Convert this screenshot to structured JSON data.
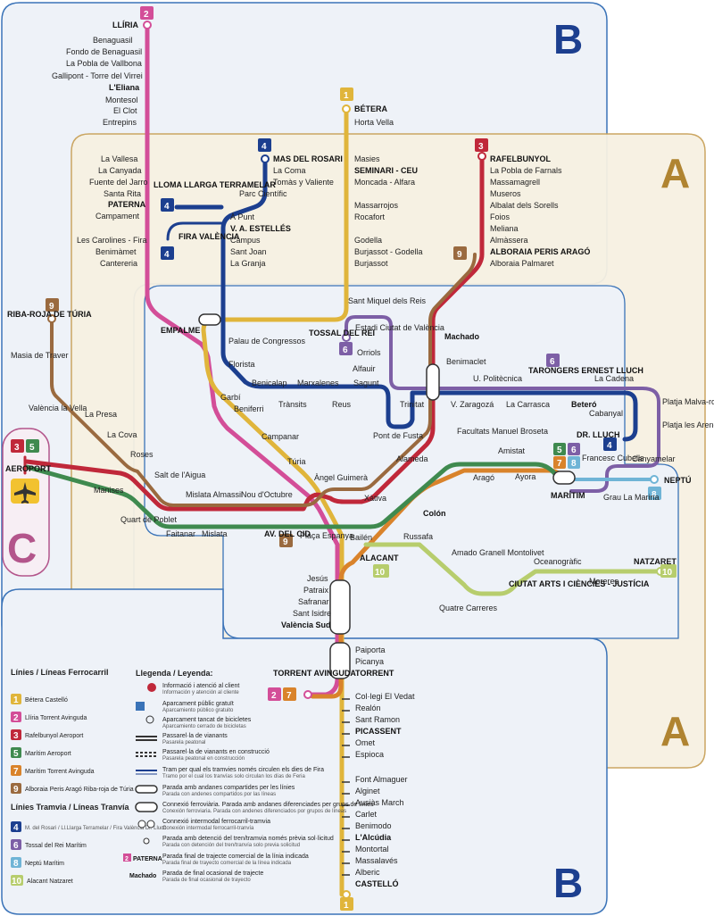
{
  "zones": {
    "A": "A",
    "B": "B",
    "C": "C"
  },
  "colors": {
    "l1": "#e0b53b",
    "l2": "#d34e98",
    "l3": "#c0283a",
    "l4": "#1c3f8f",
    "l5": "#3f8a4f",
    "l6": "#7d5fa6",
    "l7": "#d9832b",
    "l8": "#6fb4d6",
    "l9": "#9a6a3f",
    "l10": "#b7cd6d",
    "zoneA": "#f6efdf",
    "zoneB": "#eef2f7",
    "border": "#3a73b8",
    "borderA": "#c9a25a",
    "zoneC": "#b3558b"
  },
  "line_badges": {
    "l1": "1",
    "l2": "2",
    "l3": "3",
    "l4": "4",
    "l5": "5",
    "l6": "6",
    "l7": "7",
    "l8": "8",
    "l9": "9",
    "l10": "10"
  },
  "stations": {
    "lliria": "LLÍRIA",
    "benaguasil": "Benaguasil",
    "fondo": "Fondo de Benaguasil",
    "pobla_vallbona": "La Pobla de Vallbona",
    "gallipont": "Gallipont - Torre del Virrei",
    "eliana": "L'Eliana",
    "montesol": "Montesol",
    "clot": "El Clot",
    "entrepins": "Entrepins",
    "vallesa": "La Vallesa",
    "canyada": "La Canyada",
    "fuente_jarro": "Fuente del Jarro",
    "santa_rita": "Santa Rita",
    "paterna": "PATERNA",
    "campament": "Campament",
    "carolines": "Les Carolines - Fira",
    "benimamet": "Benimàmet",
    "cantereria": "Cantereria",
    "betera": "BÉTERA",
    "horta_vella": "Horta Vella",
    "masies": "Masies",
    "seminari": "SEMINARI - CEU",
    "moncada": "Moncada - Alfara",
    "massarrojos": "Massarrojos",
    "rocafort": "Rocafort",
    "godella": "Godella",
    "burjassot_godella": "Burjassot - Godella",
    "burjassot": "Burjassot",
    "mas_rosari": "MAS DEL ROSARI",
    "la_coma": "La Coma",
    "tomas": "Tomàs y Valiente",
    "lloma_llarga": "LLOMA LLARGA TERRAMELAR",
    "parc_cientific": "Parc Científic",
    "a_punt": "À Punt",
    "va_estelles": "V. A. ESTELLÉS",
    "fira_valencia": "FIRA VALÈNCIA",
    "campus": "Campus",
    "sant_joan": "Sant Joan",
    "la_granja": "La Granja",
    "rafelbunyol": "RAFELBUNYOL",
    "pobla_farnals": "La Pobla de Farnals",
    "massamagrell": "Massamagrell",
    "museros": "Museros",
    "albalat": "Albalat dels Sorells",
    "foios": "Foios",
    "meliana": "Meliana",
    "almassera": "Almàssera",
    "alboraia_peris": "ALBORAIA PERIS ARAGÓ",
    "alboraia_palmaret": "Alboraia Palmaret",
    "machado": "Machado",
    "riba_roja": "RIBA-ROJA DE TÚRIA",
    "masia_traver": "Masia de Traver",
    "valencia_vella": "València la Vella",
    "la_presa": "La Presa",
    "la_cova": "La Cova",
    "roses": "Roses",
    "manises": "Manises",
    "salt_aigua": "Salt de l'Aigua",
    "quart_poblet": "Quart de Poblet",
    "faitanar": "Faitanar",
    "mislata_almassil": "Mislata Almassil",
    "mislata": "Mislata",
    "nou_octubre": "Nou d'Octubre",
    "av_cid": "AV. DEL CID",
    "empalme": "EMPALME",
    "palau_congressos": "Palau de Congressos",
    "florista": "Florista",
    "garbi": "Garbí",
    "benicalap": "Benicalap",
    "transits": "Trànsits",
    "marxalenes": "Marxalenes",
    "reus": "Reus",
    "sagunt": "Sagunt",
    "pont_fusta": "Pont de Fusta",
    "trinitat": "Trinitat",
    "beniferri": "Beniferri",
    "campanar": "Campanar",
    "turia": "Túria",
    "angel_guimera": "Àngel Guimerà",
    "placa_espanya": "Plaça Espanya",
    "xativa": "Xàtiva",
    "colon": "Colón",
    "alameda": "Alameda",
    "facultats": "Facultats Manuel Broseta",
    "benimaclet": "Benimaclet",
    "tossal_rei": "TOSSAL DEL REI",
    "sant_miquel": "Sant Miquel dels Reis",
    "estadi": "Estadi Ciutat de València",
    "orriols": "Orriols",
    "alfauir": "Alfauir",
    "u_politecnica": "U. Politècnica",
    "v_zaragoza": "V. Zaragozá",
    "tarongers": "TARONGERS ERNEST LLUCH",
    "la_carrasca": "La Carrasca",
    "la_cadena": "La Cadena",
    "beteró": "Beteró",
    "cabanyal": "Cabanyal",
    "platja_malva": "Platja Malva-rosa",
    "platja_arenes": "Platja les Arenes",
    "dr_lluch": "DR. LLUCH",
    "canyamelar": "Canyamelar",
    "frances_cubells": "Francesc Cubells",
    "amistat": "Amistat",
    "arago": "Aragó",
    "ayora": "Ayora",
    "maritim": "MARÍTIM",
    "grau_marina": "Grau La Marina",
    "neptu": "NEPTÚ",
    "aeroport": "AEROPORT",
    "russafa": "Russafa",
    "balan": "Bailén",
    "alacant": "ALACANT",
    "amado_granell": "Amado Granell Montolivet",
    "quatre_carreres": "Quatre Carreres",
    "oceanografic": "Oceanogràfic",
    "ciutat_arts": "CIUTAT ARTS I CIÈNCIES - JUSTÍCIA",
    "moreres": "Moreres",
    "natzaret": "NATZARET",
    "jesus": "Jesús",
    "patraix": "Patraix",
    "safranar": "Safranar",
    "sant_isidre": "Sant Isidre",
    "valencia_sud": "València Sud",
    "torrent_avinguda": "TORRENT AVINGUDA",
    "paiporta": "Paiporta",
    "picanya": "Picanya",
    "torrent": "TORRENT",
    "col_vedat": "Col·legi El Vedat",
    "realon": "Realón",
    "sant_ramon": "Sant Ramon",
    "picassent": "PICASSENT",
    "omet": "Omet",
    "espioca": "Espioca",
    "font_almaguer": "Font Almaguer",
    "alginet": "Alginet",
    "ausias_march": "Ausiàs March",
    "carlet": "Carlet",
    "benimodo": "Benimodo",
    "alcudia": "L'Alcúdia",
    "montortal": "Montortal",
    "massalaves": "Massalavés",
    "alberic": "Alberic",
    "castello": "CASTELLÓ"
  },
  "legend_lines": {
    "title_ferro": "Línies / Líneas Ferrocarril",
    "title_tram": "Línies Tramvia / Líneas Tranvía",
    "l1": "Bétera Castelló",
    "l2": "Llíria Torrent Avinguda",
    "l3": "Rafelbunyol Aeroport",
    "l5": "Marítim Aeroport",
    "l7": "Marítim Torrent Avinguda",
    "l9": "Alboraia Peris Aragó Riba-roja de Túria",
    "l4": "M. del Rosari / Ll.Llarga Terramelar / Fira València Dr. Lluch",
    "l6": "Tossal del Rei Marítim",
    "l8": "Neptú Marítim",
    "l10": "Alacant Natzaret"
  },
  "legend": {
    "title": "Llegenda / Leyenda:",
    "items": [
      {
        "t": "Informació i atenció al client",
        "s": "Información y atención al cliente"
      },
      {
        "t": "Aparcament públic gratuït",
        "s": "Aparcamiento público gratuito"
      },
      {
        "t": "Aparcament tancat de bicicletes",
        "s": "Aparcamiento cerrado de bicicletas"
      },
      {
        "t": "Passarel·la de vianants",
        "s": "Pasarela peatonal"
      },
      {
        "t": "Passarel·la de vianants en construcció",
        "s": "Pasarela peatonal en construcción"
      },
      {
        "t": "Tram per qual els tramvies només circulen els dies de Fira",
        "s": "Tramo por el cual los tranvías solo circulan los días de Feria"
      },
      {
        "t": "Parada amb andanes compartides per les línies",
        "s": "Parada con andenes compartidos por las líneas"
      },
      {
        "t": "Connexió ferroviària. Parada amb andanes diferenciades per grups de línies",
        "s": "Conexión ferroviaria. Parada con andenes diferenciados por grupos de líneas"
      },
      {
        "t": "Connexió intermodal ferrocarril-tramvia",
        "s": "Conexión intermodal ferrocarril-tranvía"
      },
      {
        "t": "Parada amb detenció del tren/tramvia només prèvia sol·licitud",
        "s": "Parada con detención del tren/tranvía solo previa solicitud"
      },
      {
        "t": "Parada final de trajecte comercial de la línia indicada",
        "s": "Parada final de trayecto comercial de la línea indicada"
      },
      {
        "t": "Parada de final ocasional de trajecte",
        "s": "Parada de final ocasional de trayecto"
      }
    ],
    "paterna_example": "PATERNA",
    "machado_example": "Machado"
  }
}
